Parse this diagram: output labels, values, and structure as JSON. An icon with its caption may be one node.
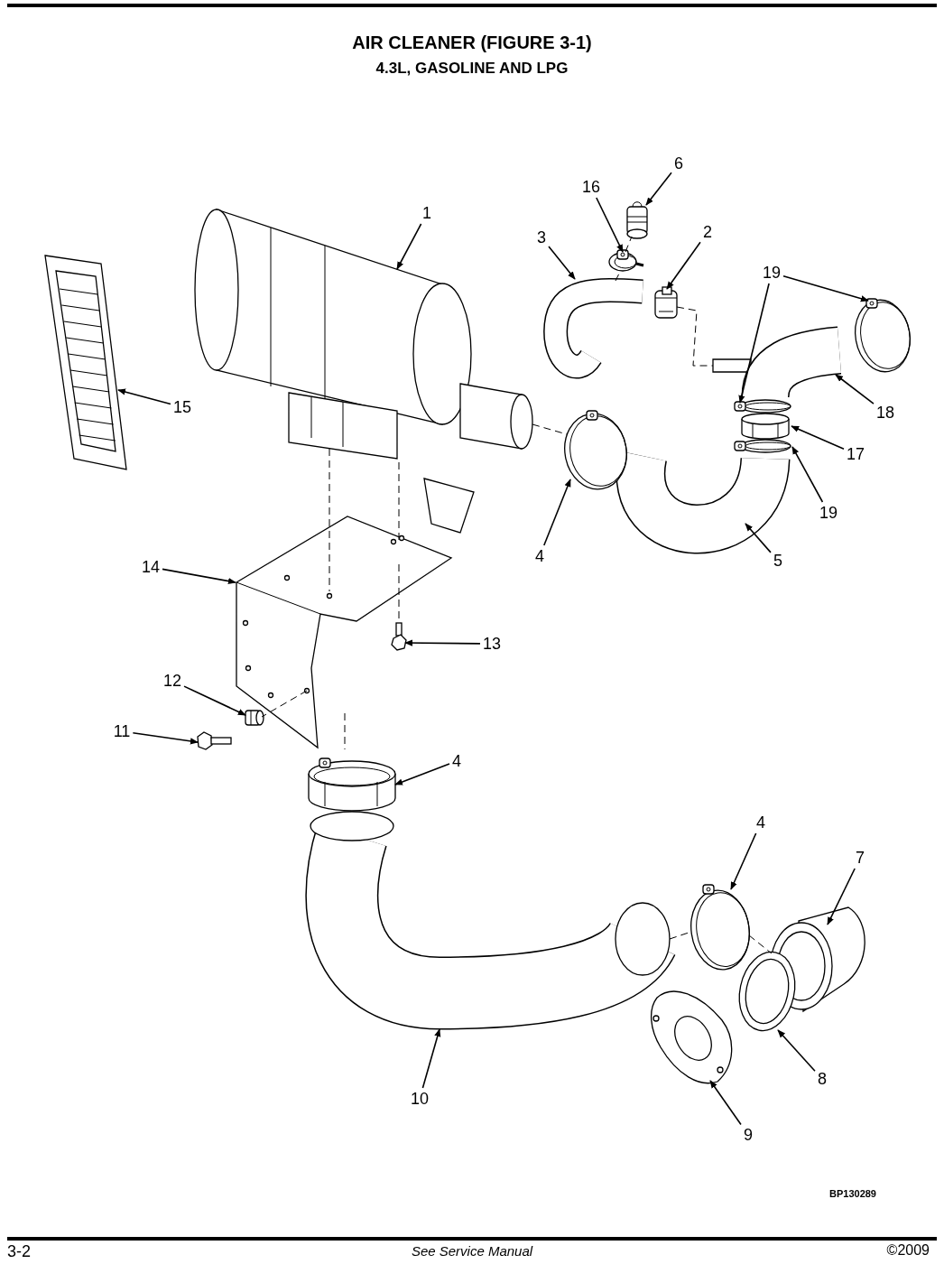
{
  "diagram": {
    "title": "AIR CLEANER (FIGURE 3-1)",
    "nodes": [
      {
        "text": [
          "6"
        ]
      },
      {
        "text": [
          "16"
        ]
      },
      {
        "text": [
          "1"
        ]
      },
      {
        "text": [
          "2"
        ]
      },
      {
        "text": [
          "3"
        ]
      },
      {
        "text": [
          "19"
        ]
      },
      {
        "text": [
          "15"
        ]
      },
      {
        "text": [
          "18"
        ]
      },
      {
        "text": [
          "17"
        ]
      },
      {
        "text": [
          "19"
        ]
      },
      {
        "text": [
          "4"
        ]
      },
      {
        "text": [
          "5"
        ]
      },
      {
        "text": [
          "14"
        ]
      },
      {
        "text": [
          "13"
        ]
      },
      {
        "text": [
          "12"
        ]
      },
      {
        "text": [
          "11"
        ]
      },
      {
        "text": [
          "4"
        ]
      },
      {
        "text": [
          "4"
        ]
      },
      {
        "text": [
          "7"
        ]
      },
      {
        "text": [
          "8"
        ]
      },
      {
        "text": [
          "10"
        ]
      },
      {
        "text": [
          "9"
        ]
      },
      {
        "text": [],
        "shape": "picture"
      },
      {
        "text": [],
        "shape": "picture"
      },
      {
        "text": [],
        "shape": "picture"
      },
      {
        "text": [],
        "shape": "picture"
      },
      {
        "text": [],
        "shape": "picture"
      },
      {
        "text": [],
        "shape": "picture"
      },
      {
        "text": [],
        "shape": "picture"
      },
      {
        "text": [],
        "shape": "picture"
      },
      {
        "text": [],
        "shape": "picture"
      },
      {
        "text": [],
        "shape": "picture"
      },
      {
        "text": [],
        "shape": "picture"
      },
      {
        "text": [],
        "shape": "picture"
      },
      {
        "text": [],
        "shape": "picture"
      },
      {
        "text": [],
        "shape": "picture"
      },
      {
        "text": [],
        "shape": "picture"
      },
      {
        "text": [],
        "shape": "picture"
      },
      {
        "text": [],
        "shape": "picture"
      },
      {
        "text": [],
        "shape": "picture"
      },
      {
        "text": [],
        "shape": "picture"
      },
      {
        "text": [],
        "shape": "picture"
      },
      {
        "text": [],
        "shape": "picture"
      },
      {
        "text": [],
        "shape": "picture"
      },
      {
        "text": [],
        "shape": "picture"
      }
    ],
    "edges": [
      {
        "from": 0,
        "to": 22,
        "arrow": "to"
      },
      {
        "from": 1,
        "to": 23,
        "arrow": "to"
      },
      {
        "from": 2,
        "to": 24,
        "arrow": "to"
      },
      {
        "from": 3,
        "to": 25,
        "arrow": "to"
      },
      {
        "from": 4,
        "to": 26,
        "arrow": "to"
      },
      {
        "from": 5,
        "to": 27,
        "arrow": "to"
      },
      {
        "from": 5,
        "to": 28,
        "arrow": "to"
      },
      {
        "from": 6,
        "to": 29,
        "arrow": "to"
      },
      {
        "from": 7,
        "to": 30,
        "arrow": "to"
      },
      {
        "from": 8,
        "to": 31,
        "arrow": "to"
      },
      {
        "from": 9,
        "to": 32,
        "arrow": "to"
      },
      {
        "from": 10,
        "to": 33,
        "arrow": "to"
      },
      {
        "from": 11,
        "to": 34,
        "arrow": "to"
      },
      {
        "from": 12,
        "to": 35,
        "arrow": "to"
      },
      {
        "from": 13,
        "to": 36,
        "arrow": "to"
      },
      {
        "from": 14,
        "to": 37,
        "arrow": "to"
      },
      {
        "from": 15,
        "to": 38,
        "arrow": "to"
      },
      {
        "from": 16,
        "to": 39,
        "arrow": "to"
      },
      {
        "from": 17,
        "to": 40,
        "arrow": "to"
      },
      {
        "from": 18,
        "to": 41,
        "arrow": "to"
      },
      {
        "from": 19,
        "to": 42,
        "arrow": "to"
      },
      {
        "from": 20,
        "to": 43,
        "arrow": "to"
      },
      {
        "from": 21,
        "to": 44,
        "arrow": "to"
      },
      {
        "from": 24,
        "to": 35,
        "arrow": "none",
        "style": "dashed"
      },
      {
        "from": 24,
        "to": 35,
        "arrow": "none",
        "style": "dashed"
      },
      {
        "from": 35,
        "to": 36,
        "arrow": "none",
        "style": "dashed"
      },
      {
        "from": 24,
        "to": 33,
        "arrow": "none",
        "style": "dashed"
      },
      {
        "from": 25,
        "to": 30,
        "arrow": "none",
        "style": "dashed"
      },
      {
        "from": 43,
        "to": 40,
        "arrow": "none",
        "style": "dashed"
      },
      {
        "from": 40,
        "to": 41,
        "arrow": "none",
        "style": "dashed"
      },
      {
        "from": 35,
        "to": 37,
        "arrow": "none",
        "style": "dashed"
      },
      {
        "from": null,
        "to": 39,
        "arrow": "none",
        "style": "dashed"
      },
      {
        "from": 26,
        "to": 23,
        "arrow": "none",
        "style": "dashed"
      },
      {
        "from": 23,
        "to": 22,
        "arrow": "none",
        "style": "dashed"
      }
    ],
    "labels": [
      "4.3L, GASOLINE AND LPG",
      "BP130289",
      "3-2",
      "See Service Manual",
      "©2009"
    ]
  }
}
